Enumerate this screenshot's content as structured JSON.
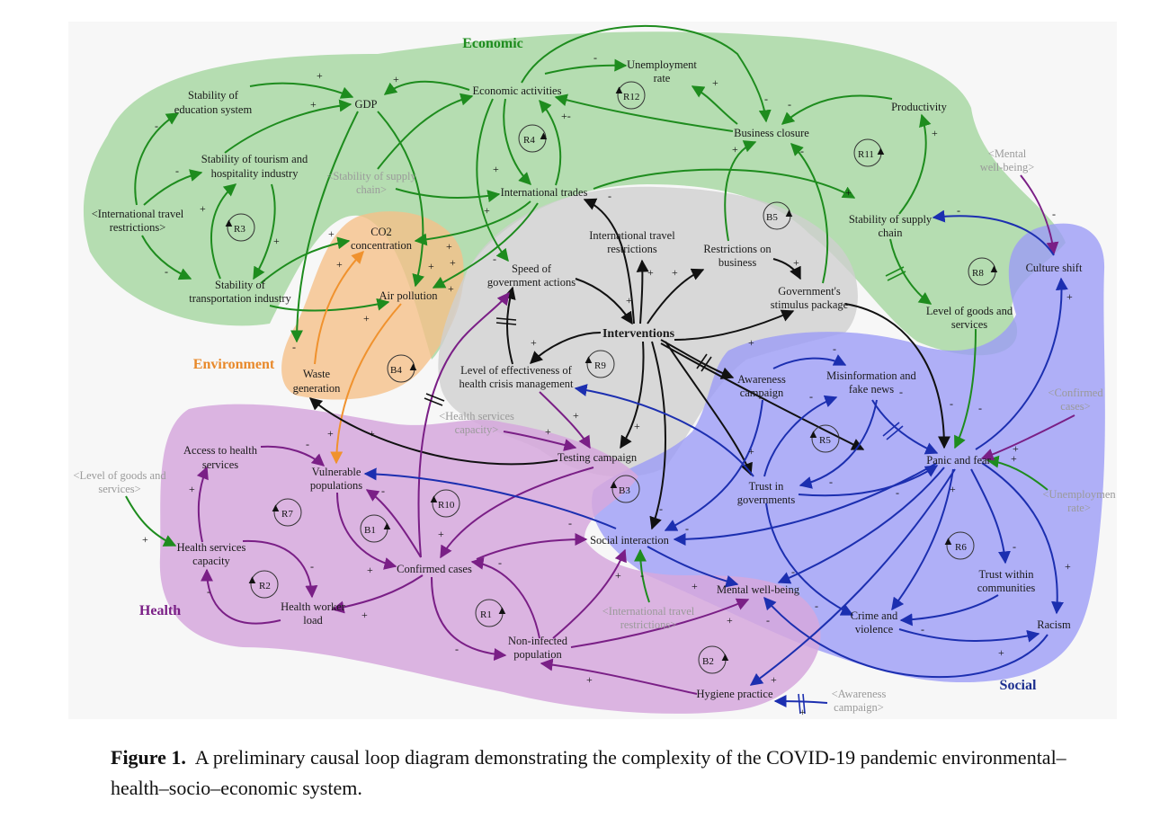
{
  "sectors": {
    "economic": {
      "label": "Economic",
      "color": "#1e8c1e"
    },
    "environment": {
      "label": "Environment",
      "color": "#e8892a"
    },
    "health": {
      "label": "Health",
      "color": "#7a1f86"
    },
    "social": {
      "label": "Social",
      "color": "#1c2f8f"
    }
  },
  "nodes": {
    "stability_education": [
      "Stability of",
      "education system"
    ],
    "gdp": [
      "GDP"
    ],
    "economic_activities": [
      "Economic activities"
    ],
    "unemployment_rate": [
      "Unemployment",
      "rate"
    ],
    "productivity": [
      "Productivity"
    ],
    "business_closure": [
      "Business closure"
    ],
    "stability_tourism": [
      "Stability of tourism and",
      "hospitality industry"
    ],
    "stability_supply_shadow": [
      "<Stability of supply",
      "chain>"
    ],
    "international_trades": [
      "International trades"
    ],
    "intl_travel_restrictions_shadow_left": [
      "<International travel",
      "restrictions>"
    ],
    "co2": [
      "CO2",
      "concentration"
    ],
    "intl_travel_restrictions": [
      "International travel",
      "restrictions"
    ],
    "restrictions_business": [
      "Restrictions on",
      "business"
    ],
    "stability_supply": [
      "Stability of supply",
      "chain"
    ],
    "mental_wellbeing_shadow": [
      "<Mental",
      "well-being>"
    ],
    "speed_gov": [
      "Speed of",
      "government actions"
    ],
    "stability_transport": [
      "Stability of",
      "transportation industry"
    ],
    "air_pollution": [
      "Air pollution"
    ],
    "gov_stimulus": [
      "Government's",
      "stimulus package"
    ],
    "culture_shift": [
      "Culture shift"
    ],
    "level_goods": [
      "Level of goods and",
      "services"
    ],
    "interventions": [
      "Interventions"
    ],
    "waste_generation": [
      "Waste",
      "generation"
    ],
    "level_effectiveness": [
      "Level of effectiveness of",
      "health crisis management"
    ],
    "awareness_campaign": [
      "Awareness",
      "campaign"
    ],
    "misinformation": [
      "Misinformation and",
      "fake news"
    ],
    "confirmed_cases_shadow": [
      "<Confirmed",
      "cases>"
    ],
    "health_services_capacity_shadow": [
      "<Health services",
      "capacity>"
    ],
    "access_health": [
      "Access to health",
      "services"
    ],
    "testing_campaign": [
      "Testing campaign"
    ],
    "panic_fear": [
      "Panic and fear"
    ],
    "level_goods_shadow": [
      "<Level of goods and",
      "services>"
    ],
    "vulnerable_pop": [
      "Vulnerable",
      "populations"
    ],
    "trust_gov": [
      "Trust in",
      "governments"
    ],
    "unemployment_shadow": [
      "<Unemploymen",
      "rate>"
    ],
    "health_services_capacity": [
      "Health services",
      "capacity"
    ],
    "social_interaction": [
      "Social interaction"
    ],
    "confirmed_cases": [
      "Confirmed cases"
    ],
    "trust_communities": [
      "Trust within",
      "communities"
    ],
    "mental_wellbeing": [
      "Mental well-being"
    ],
    "health_worker_load": [
      "Health worker",
      "load"
    ],
    "intl_travel_shadow_bottom": [
      "<International travel",
      "restrictions>"
    ],
    "crime_violence": [
      "Crime and",
      "violence"
    ],
    "racism": [
      "Racism"
    ],
    "non_infected": [
      "Non-infected",
      "population"
    ],
    "hygiene_practice": [
      "Hygiene practice"
    ],
    "awareness_shadow": [
      "<Awareness",
      "campaign>"
    ]
  },
  "loops": [
    "R12",
    "R4",
    "R11",
    "R3",
    "B5",
    "R8",
    "B4",
    "R9",
    "R5",
    "B3",
    "R7",
    "B1",
    "R10",
    "R2",
    "R6",
    "R1",
    "B2"
  ],
  "caption": {
    "label": "Figure 1.",
    "text": "A preliminary causal loop diagram demonstrating the complexity of the COVID-19 pandemic environmental–health–socio–economic system."
  }
}
